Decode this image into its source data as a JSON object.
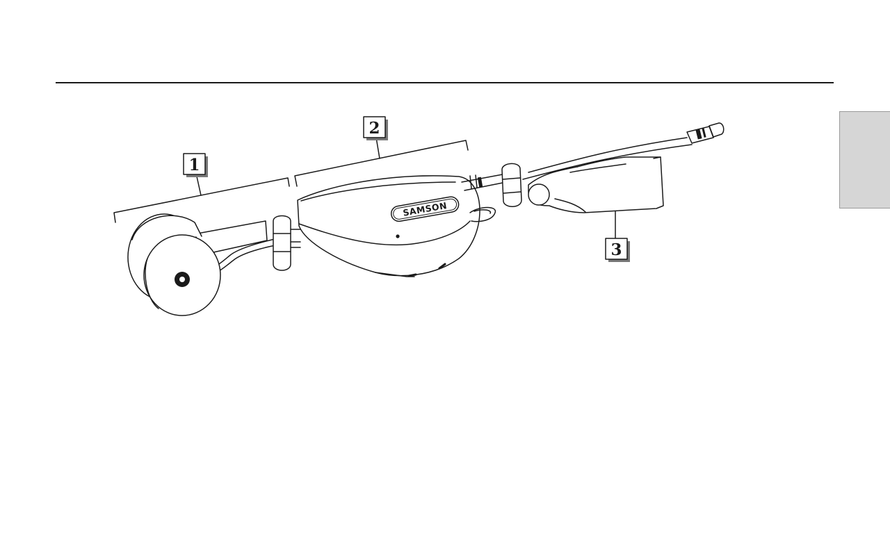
{
  "callouts": [
    "1",
    "2",
    "3"
  ],
  "brand": "SAMSON",
  "colors": {
    "line": "#1a1a1a",
    "tab_fill": "#d6d6d6",
    "label_shadow": "#777777"
  },
  "icons": {
    "side_tab": "page-edge-tab",
    "figure": "wireless-microphone-assembly"
  }
}
